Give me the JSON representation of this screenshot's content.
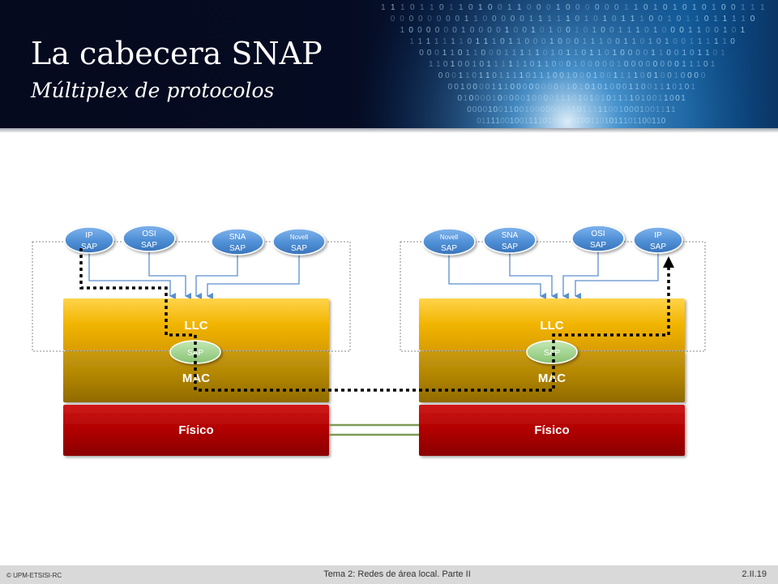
{
  "header": {
    "title": "La cabecera SNAP",
    "subtitle": "Múltiplex de protocolos"
  },
  "stacks": {
    "left": {
      "llc": "LLC",
      "mac": "MAC",
      "fisico": "Físico",
      "sap": "SAP",
      "bubbles": [
        {
          "top": "IP",
          "bottom": "SAP"
        },
        {
          "top": "OSI",
          "bottom": "SAP"
        },
        {
          "top": "SNA",
          "bottom": "SAP"
        },
        {
          "top": "Novell",
          "bottom": "SAP"
        }
      ]
    },
    "right": {
      "llc": "LLC",
      "mac": "MAC",
      "fisico": "Físico",
      "sap": "SAP",
      "bubbles": [
        {
          "top": "Novell",
          "bottom": "SAP"
        },
        {
          "top": "SNA",
          "bottom": "SAP"
        },
        {
          "top": "OSI",
          "bottom": "SAP"
        },
        {
          "top": "IP",
          "bottom": "SAP"
        }
      ]
    }
  },
  "footer": {
    "left": "© UPM-ETSISI-RC",
    "center": "Tema 2: Redes de área local. Parte II",
    "right": "2.II.19"
  },
  "colors": {
    "llc": "#f1b400",
    "mac": "#b08400",
    "fisico": "#b00000",
    "bubble": "#4f8fd6",
    "sap": "#9ed08c",
    "link": "#7c9a52"
  }
}
